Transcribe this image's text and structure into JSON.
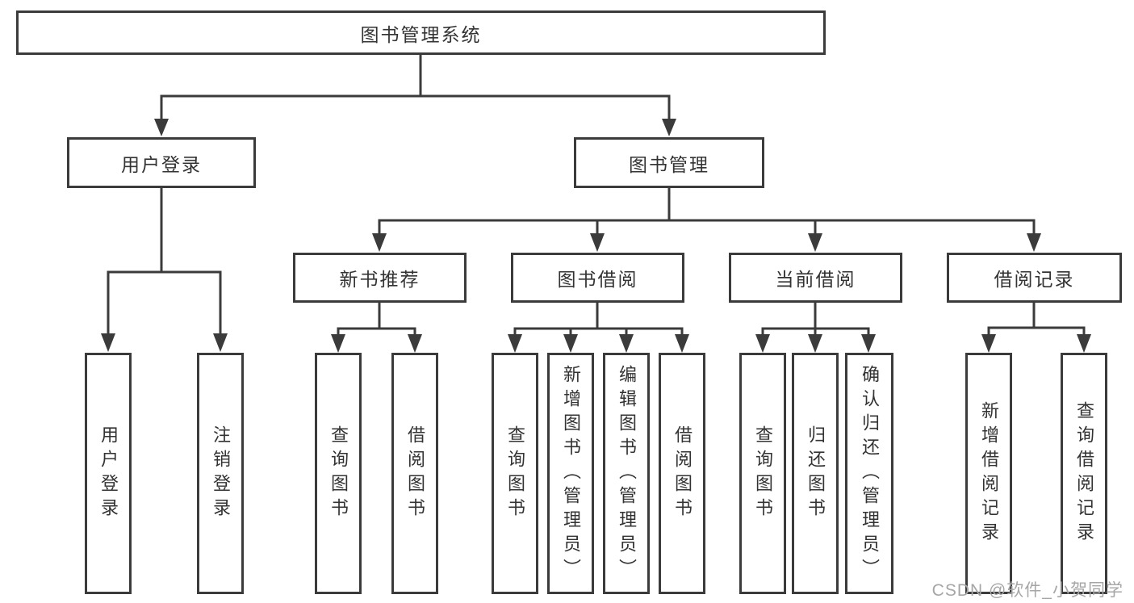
{
  "nodes": {
    "root": "图书管理系统",
    "level2": {
      "user_login": "用户登录",
      "book_management": "图书管理"
    },
    "level3": {
      "new_book_recommend": "新书推荐",
      "book_borrow": "图书借阅",
      "current_borrow": "当前借阅",
      "borrow_records": "借阅记录"
    },
    "leaves": {
      "user_login": "用户登录",
      "logout": "注销登录",
      "nbr_query_books": "查询图书",
      "nbr_borrow_books": "借阅图书",
      "bb_query_books": "查询图书",
      "bb_add_books": "新增图书（管理员）",
      "bb_edit_books": "编辑图书（管理员）",
      "bb_borrow_books": "借阅图书",
      "cb_query_books": "查询图书",
      "cb_return_books": "归还图书",
      "cb_confirm_return": "确认归还（管理员）",
      "br_add_record": "新增借阅记录",
      "br_query_record": "查询借阅记录"
    }
  },
  "watermark": "CSDN @软件_小贺同学",
  "colors": {
    "line": "#3b3b3b",
    "text": "#333333",
    "watermark": "#a6a6a6",
    "background": "#ffffff"
  }
}
